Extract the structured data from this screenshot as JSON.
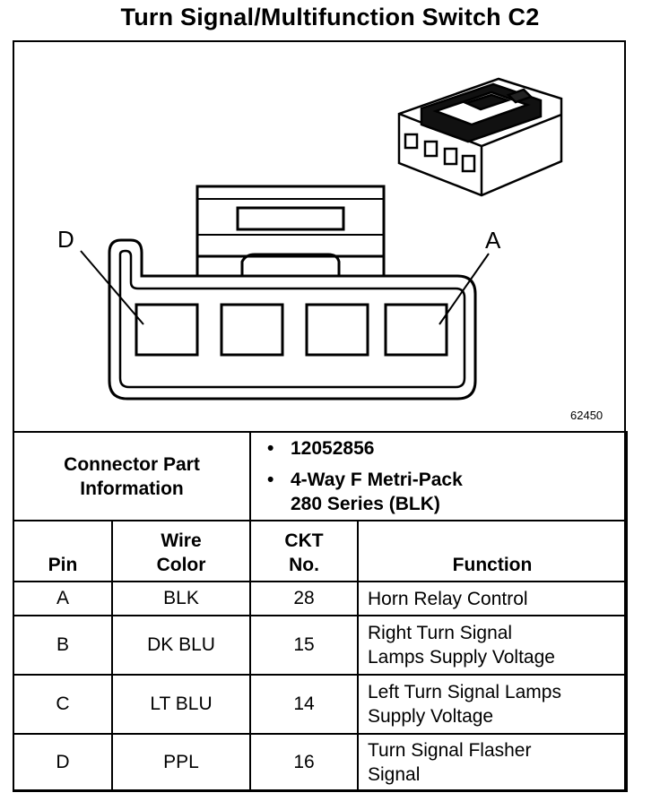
{
  "title": "Turn Signal/Multifunction Switch C2",
  "figure_number": "62450",
  "pin_labels": {
    "left": "D",
    "right": "A"
  },
  "connector_info": {
    "label_line1": "Connector Part",
    "label_line2": "Information",
    "bullet": "•",
    "part_number": "12052856",
    "desc_line1": "4-Way F Metri-Pack",
    "desc_line2": "280 Series (BLK)"
  },
  "columns": {
    "pin": "Pin",
    "wire_color_1": "Wire",
    "wire_color_2": "Color",
    "ckt_1": "CKT",
    "ckt_2": "No.",
    "function": "Function"
  },
  "rows": [
    {
      "pin": "A",
      "color": "BLK",
      "ckt": "28",
      "func1": "Horn Relay Control",
      "func2": ""
    },
    {
      "pin": "B",
      "color": "DK BLU",
      "ckt": "15",
      "func1": "Right Turn Signal",
      "func2": "Lamps Supply Voltage"
    },
    {
      "pin": "C",
      "color": "LT BLU",
      "ckt": "14",
      "func1": "Left Turn Signal Lamps",
      "func2": "Supply Voltage"
    },
    {
      "pin": "D",
      "color": "PPL",
      "ckt": "16",
      "func1": "Turn Signal Flasher",
      "func2": "Signal"
    }
  ]
}
